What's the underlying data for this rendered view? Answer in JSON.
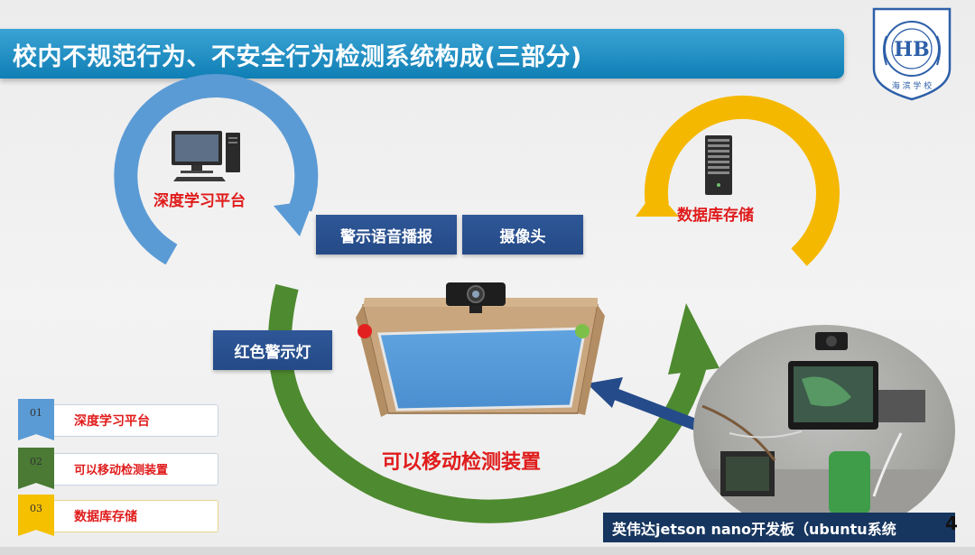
{
  "title": "校内不规范行为、不安全行为检测系统构成(三部分)",
  "emblem": {
    "caption": "海 滨 学 校"
  },
  "diagram": {
    "deep_learning_label": "深度学习平台",
    "database_label": "数据库存储",
    "movable_label": "可以移动检测装置",
    "voice_box": "警示语音播报",
    "camera_box": "摄像头",
    "redlight_box": "红色警示灯"
  },
  "legend": [
    {
      "num": "01",
      "label": "深度学习平台",
      "color": "#5b9bd5"
    },
    {
      "num": "02",
      "label": "可以移动检测装置",
      "color": "#4a7a34"
    },
    {
      "num": "03",
      "label": "数据库存储",
      "color": "#f5c000"
    }
  ],
  "photo_caption": "英伟达jetson nano开发板（ubuntu系统",
  "page_number": "4",
  "colors": {
    "title_bar": "#1c8cc4",
    "blue_arc": "#5b9bd5",
    "yellow_arc": "#f5b800",
    "green_arc": "#4e8a2f",
    "label_red": "#e01b1b",
    "box_navy": "#2a5090"
  }
}
